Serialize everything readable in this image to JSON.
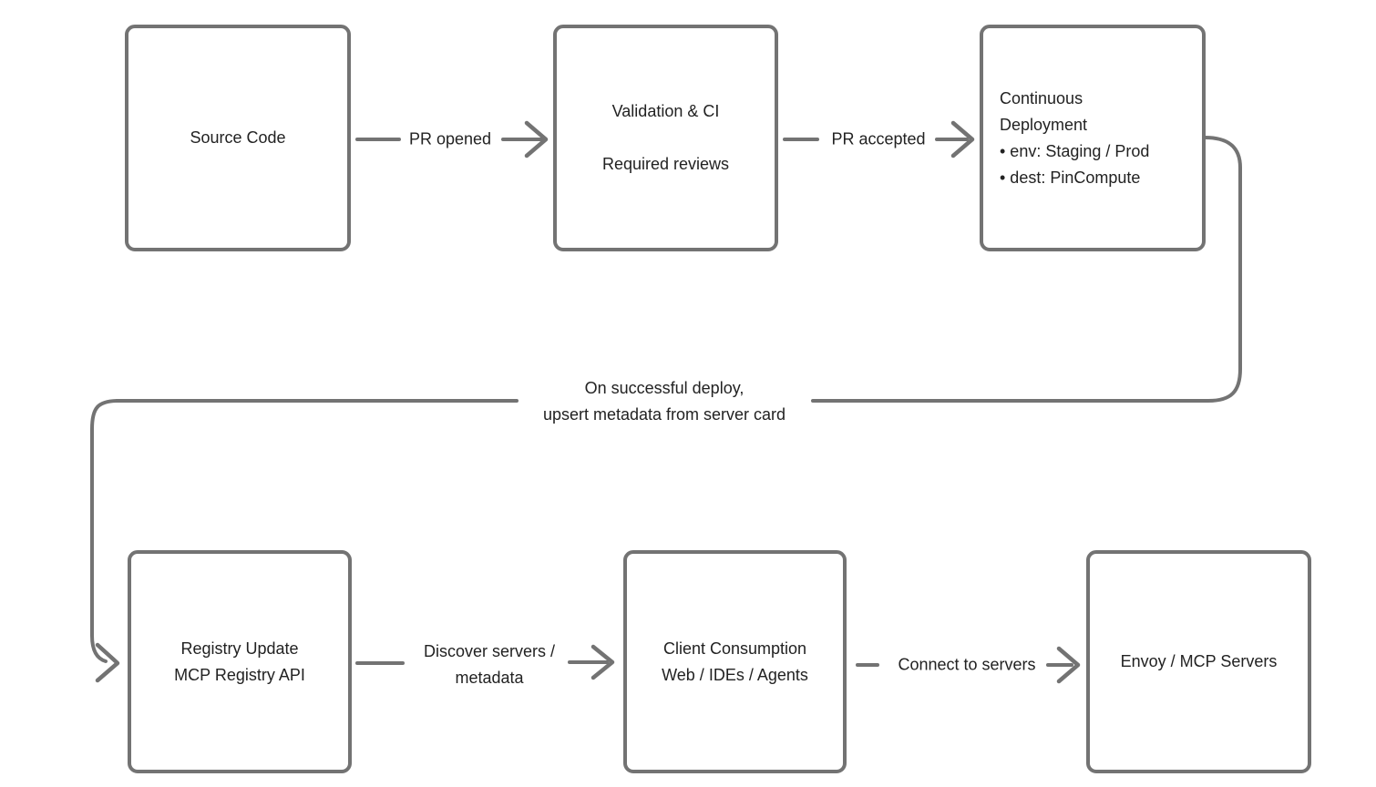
{
  "canvas": {
    "background": "#ffffff",
    "stroke_color": "#737373",
    "text_color": "#222222"
  },
  "nodes": {
    "source_code": {
      "lines": [
        "Source Code"
      ]
    },
    "validation_ci": {
      "lines": [
        "Validation & CI",
        "Required reviews"
      ]
    },
    "continuous_deployment": {
      "lines": [
        "Continuous",
        "Deployment",
        "• env: Staging / Prod",
        "• dest: PinCompute"
      ]
    },
    "registry_update": {
      "lines": [
        "Registry Update",
        "MCP Registry API"
      ]
    },
    "client_consumption": {
      "lines": [
        "Client Consumption",
        "Web / IDEs / Agents"
      ]
    },
    "envoy_mcp_servers": {
      "lines": [
        "Envoy / MCP Servers"
      ]
    }
  },
  "edge_labels": {
    "pr_opened": "PR opened",
    "pr_accepted": "PR accepted",
    "on_deploy": {
      "lines": [
        "On successful deploy,",
        "upsert metadata from server card"
      ]
    },
    "discover": {
      "lines": [
        "Discover servers /",
        "metadata"
      ]
    },
    "connect": "Connect to servers"
  }
}
